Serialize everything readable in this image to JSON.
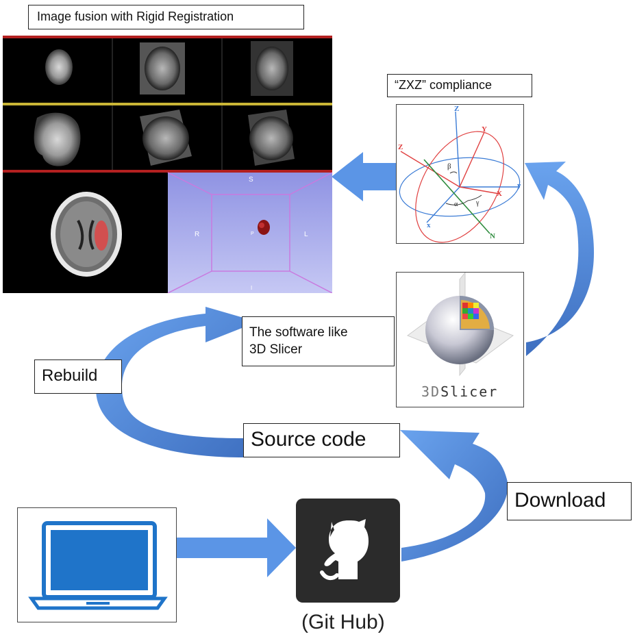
{
  "fusion_title": "Image fusion with Rigid Registration",
  "zxz_title": "“ZXZ”  compliance",
  "software_label": "The software like\n3D Slicer",
  "rebuild_label": "Rebuild",
  "source_code_label": "Source code",
  "download_label": "Download",
  "github_caption": "(Git Hub)",
  "slicer_logo_text": {
    "prefix": "3D",
    "suffix": "Slicer"
  },
  "view3d_labels": {
    "top": "S",
    "left": "R",
    "right": "L",
    "center": "P",
    "bottom": "I"
  },
  "euler_labels": {
    "z_upper": "Z",
    "z_lower": "z",
    "Y": "Y",
    "y": "y",
    "X": "X",
    "x": "x",
    "N": "N",
    "beta": "β",
    "alpha": "α",
    "gamma": "γ"
  },
  "colors": {
    "arrow_light": "#5b95e6",
    "arrow_dark": "#3b6fbf",
    "accent_red": "#e04040",
    "accent_blue": "#3a7bd5",
    "accent_green": "#2e8b3d",
    "view3d_bg": "#a9acef",
    "github_bg": "#2b2b2b",
    "laptop_blue": "#1f74c9"
  }
}
